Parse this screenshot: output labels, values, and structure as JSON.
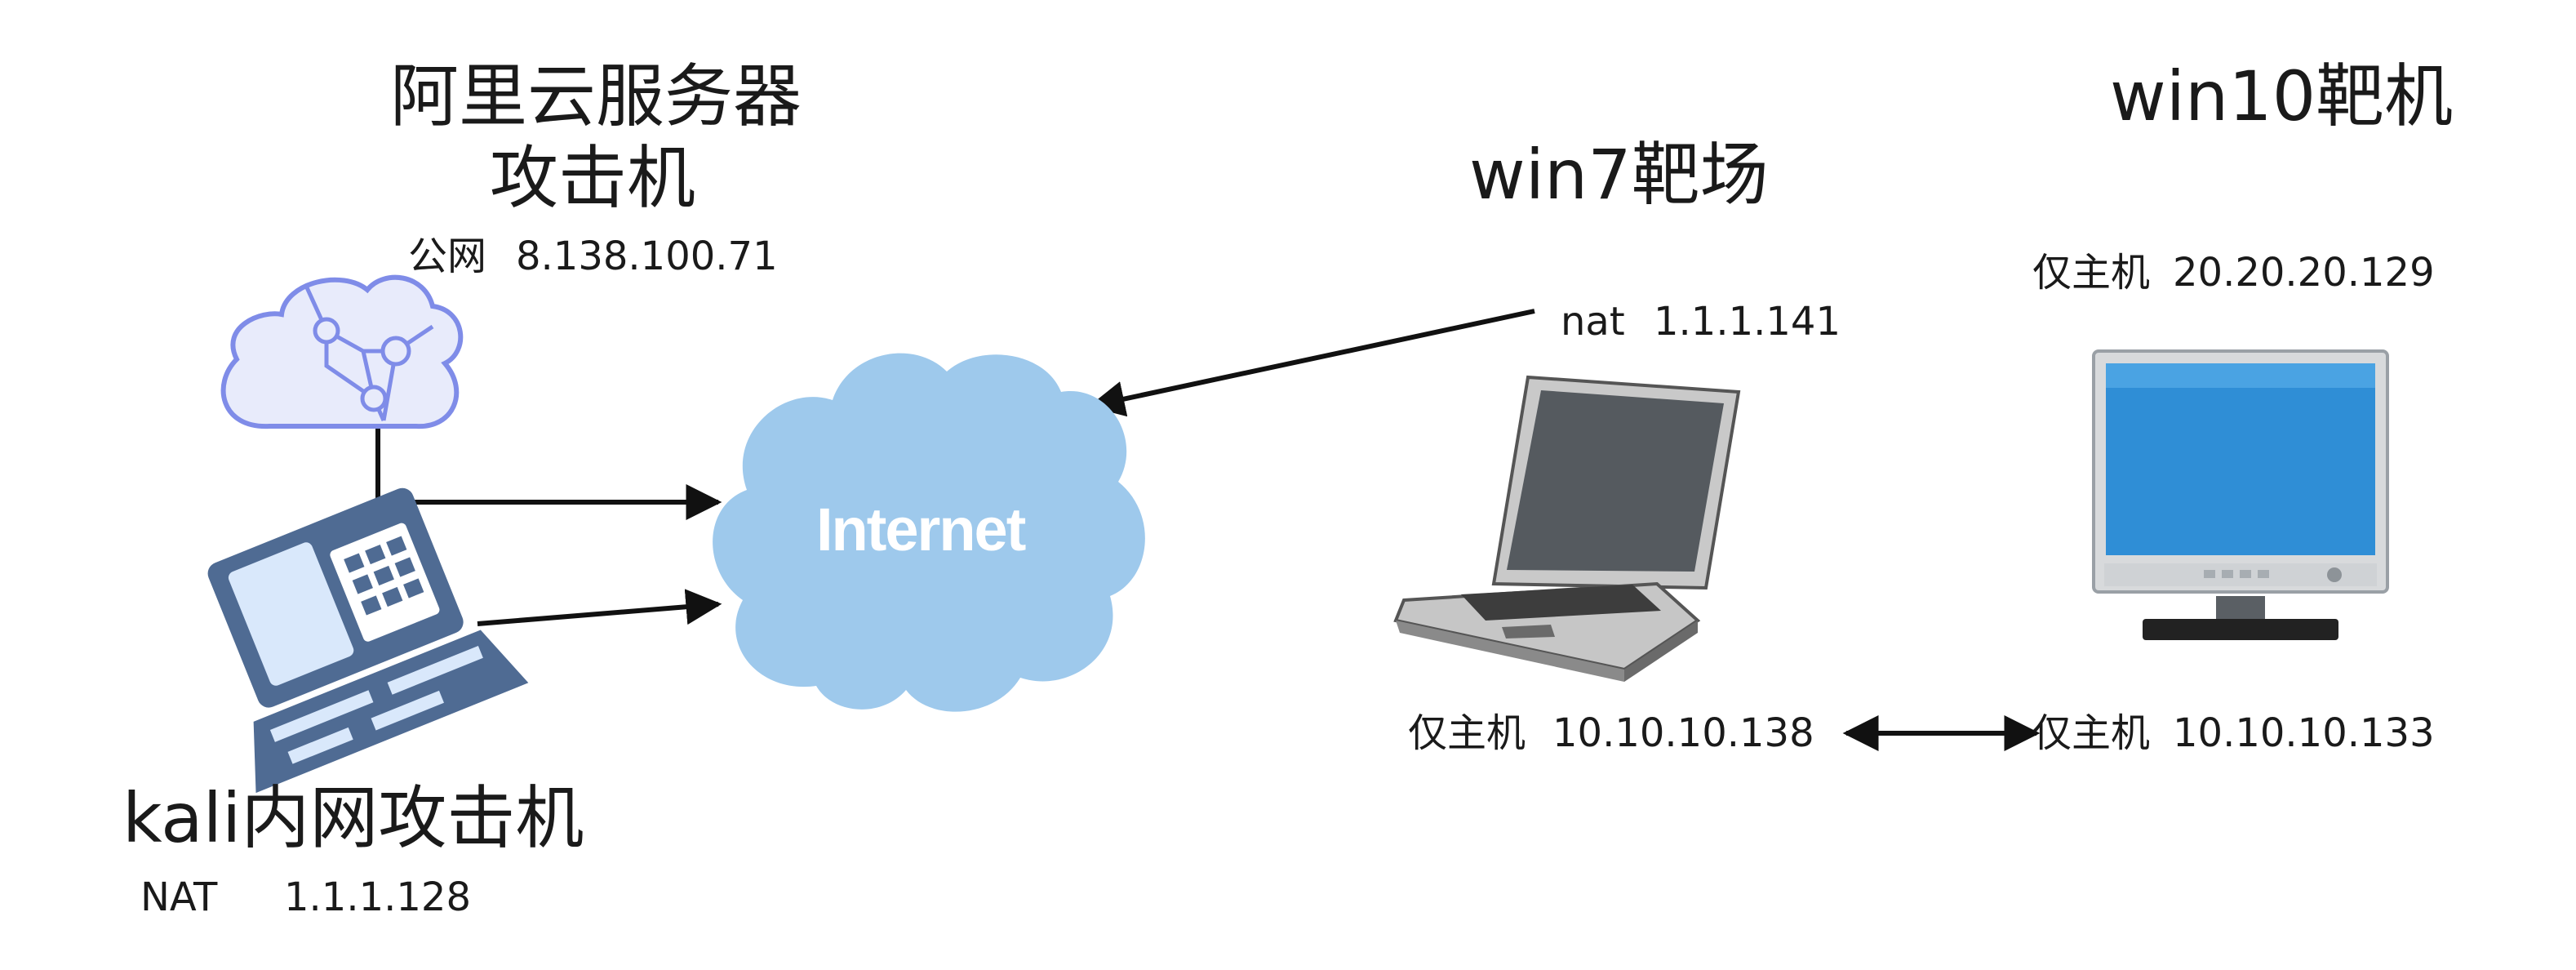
{
  "aliyun": {
    "title_line1": "阿里云服务器",
    "title_line2": "攻击机",
    "public_label": "公网",
    "public_ip": "8.138.100.71",
    "icon": "cloud-network-icon"
  },
  "internet": {
    "label": "Internet",
    "icon": "internet-cloud-icon"
  },
  "kali": {
    "title": "kali内网攻击机",
    "net_label": "NAT",
    "ip": "1.1.1.128",
    "icon": "laptop-icon"
  },
  "win7": {
    "title": "win7靶场",
    "nat_label": "nat",
    "nat_ip": "1.1.1.141",
    "host_only_label": "仅主机",
    "host_only_ip": "10.10.10.138",
    "icon": "laptop-icon"
  },
  "win10": {
    "title": "win10靶机",
    "host_only_label_1": "仅主机",
    "host_only_ip_1": "20.20.20.129",
    "host_only_label_2": "仅主机",
    "host_only_ip_2": "10.10.10.133",
    "icon": "desktop-monitor-icon"
  },
  "colors": {
    "cloud_fill": "#9ec9ec",
    "aliyun_stroke": "#7f8ce8",
    "aliyun_fill": "#e8ebfb",
    "kali_laptop": "#4f6b93",
    "monitor_screen": "#2f8ed6"
  }
}
